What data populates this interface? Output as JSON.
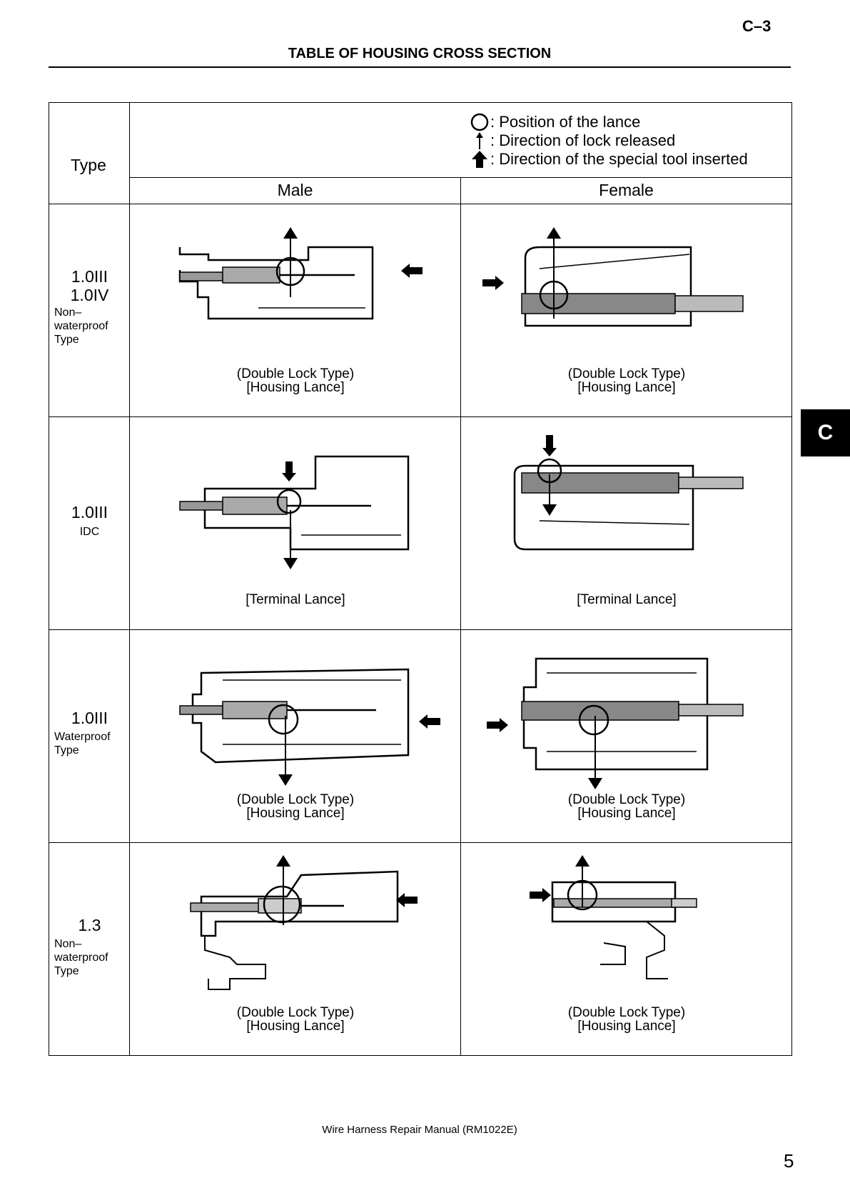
{
  "header": {
    "page_code": "C–3",
    "title": "TABLE OF HOUSING CROSS SECTION"
  },
  "side_tab": "C",
  "legend": {
    "lance": ": Position of the lance",
    "lock": ": Direction of lock released",
    "tool": ": Direction of the special tool inserted"
  },
  "table": {
    "type_header": "Type",
    "male_header": "Male",
    "female_header": "Female",
    "rows": [
      {
        "type_lines": [
          "1.0III",
          "1.0IV"
        ],
        "type_sub": [
          "Non–",
          "waterproof",
          "Type"
        ],
        "male_caption": [
          "(Double Lock Type)",
          "[Housing Lance]"
        ],
        "female_caption": [
          "(Double Lock Type)",
          "[Housing Lance]"
        ]
      },
      {
        "type_lines": [
          "1.0III"
        ],
        "type_sub": [
          "IDC"
        ],
        "male_caption": [
          "[Terminal Lance]"
        ],
        "female_caption": [
          "[Terminal Lance]"
        ]
      },
      {
        "type_lines": [
          "1.0III"
        ],
        "type_sub": [
          "Waterproof",
          "Type"
        ],
        "male_caption": [
          "(Double Lock Type)",
          "[Housing Lance]"
        ],
        "female_caption": [
          "(Double Lock Type)",
          "[Housing Lance]"
        ]
      },
      {
        "type_lines": [
          "1.3"
        ],
        "type_sub": [
          "Non–",
          "waterproof",
          "Type"
        ],
        "male_caption": [
          "(Double Lock Type)",
          "[Housing Lance]"
        ],
        "female_caption": [
          "(Double Lock Type)",
          "[Housing Lance]"
        ]
      }
    ]
  },
  "footer": {
    "manual": "Wire Harness Repair Manual (RM1022E)",
    "page_number": "5"
  }
}
